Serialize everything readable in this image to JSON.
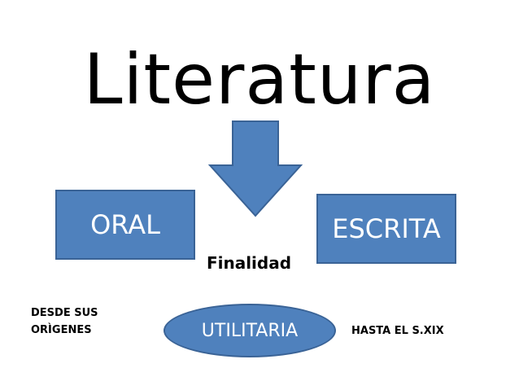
{
  "title": "Literatura",
  "nodes": {
    "oral": "ORAL",
    "escrita": "ESCRITA",
    "utilitaria": "UTILITARIA"
  },
  "finalidad_label": "Finalidad",
  "notes": {
    "left_line1": "DESDE SUS",
    "left_line2": "ORÌGENES",
    "right": "HASTA EL S.XIX"
  },
  "colors": {
    "shape_fill": "#4f81bd",
    "shape_stroke": "#3a6396",
    "shape_text": "#ffffff"
  },
  "icons": {
    "arrow": "down-arrow-icon"
  }
}
